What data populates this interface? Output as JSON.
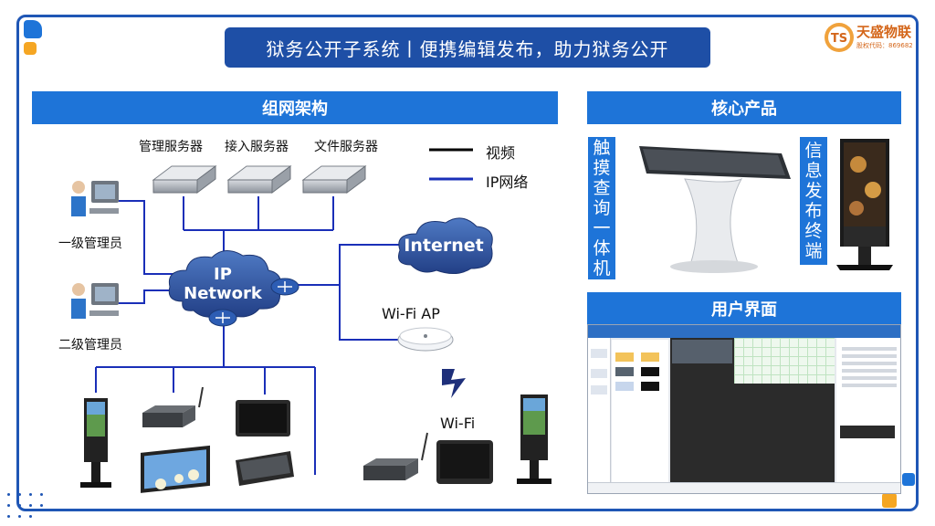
{
  "header": {
    "title": "狱务公开子系统丨便携编辑发布，助力狱务公开"
  },
  "logo": {
    "mark": "TS",
    "name": "天盛物联",
    "code": "股权代码：869682"
  },
  "network": {
    "section_title": "组网架构",
    "servers": [
      "管理服务器",
      "接入服务器",
      "文件服务器"
    ],
    "legend": {
      "video": "视频",
      "ip": "IP网络"
    },
    "operators": [
      "一级管理员",
      "二级管理员"
    ],
    "cloud_ip": [
      "IP",
      "Network"
    ],
    "cloud_internet": "Internet",
    "wifi_ap": "Wi-Fi AP",
    "wifi": "Wi-Fi"
  },
  "products": {
    "section_title": "核心产品",
    "kiosk_label": "触摸查询一体机",
    "signage_label": "信息发布终端"
  },
  "ui": {
    "section_title": "用户界面"
  },
  "colors": {
    "brand_blue": "#1e4fa6",
    "section_blue": "#1e74d8",
    "line_blue": "#1a2fb8",
    "line_black": "#000000",
    "logo_orange": "#d4661a",
    "accent_yellow": "#f5a623"
  }
}
